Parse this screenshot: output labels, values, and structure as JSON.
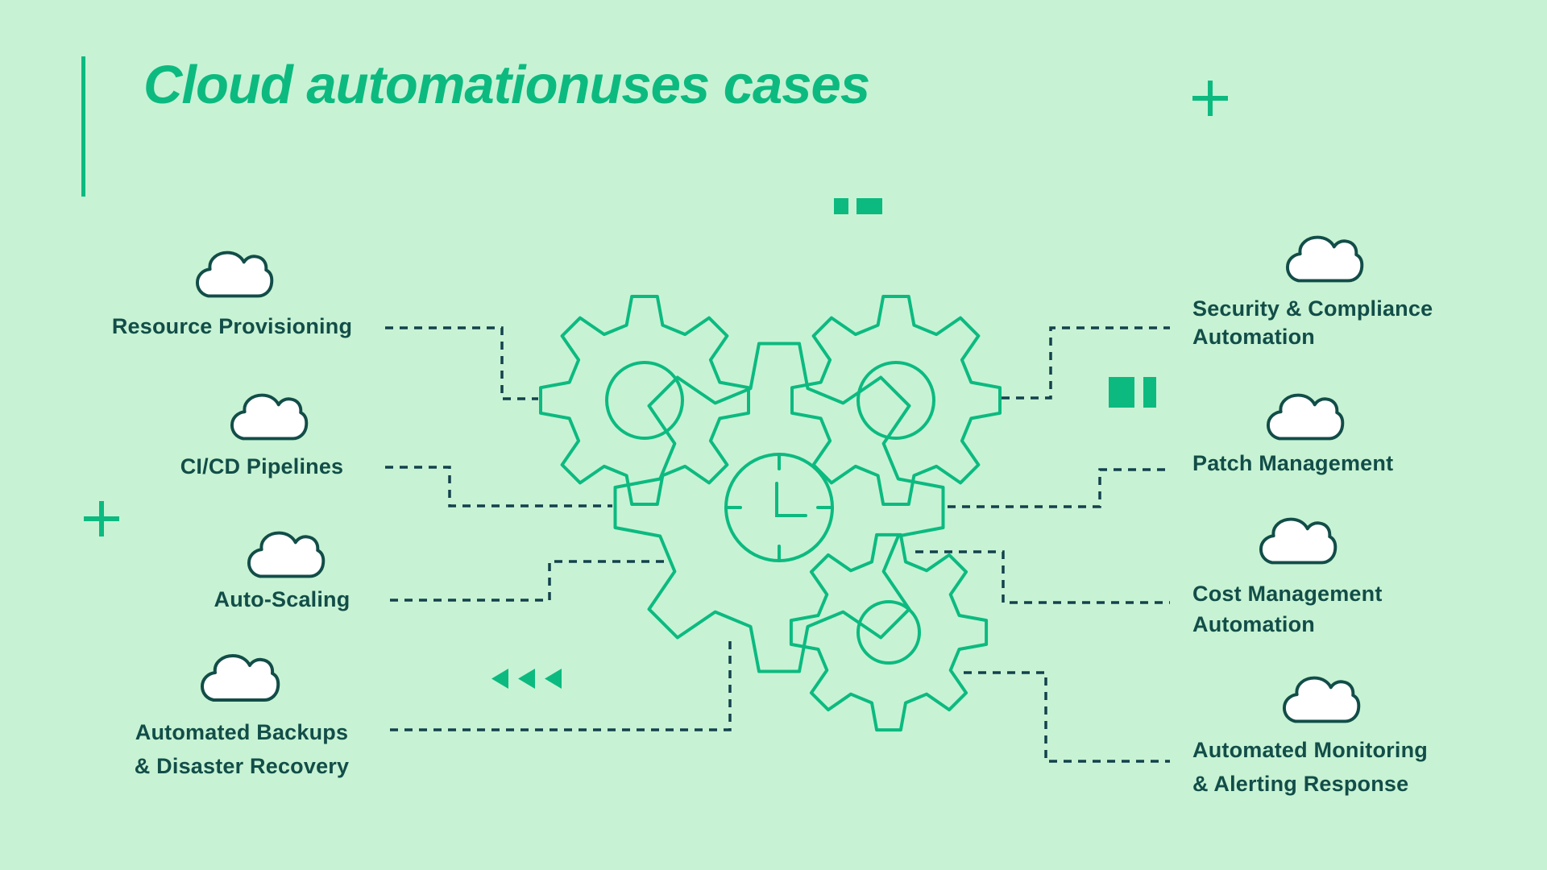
{
  "title": {
    "line1": "Cloud automation",
    "line2": "uses cases"
  },
  "colors": {
    "background": "#c7f3d4",
    "accent_green": "#0cba80",
    "text_dark": "#124d48",
    "dash_line": "#13424d",
    "cloud_fill": "#ffffff"
  },
  "left_items": [
    {
      "lines": [
        "Resource Provisioning",
        ""
      ]
    },
    {
      "lines": [
        "CI/CD Pipelines",
        ""
      ]
    },
    {
      "lines": [
        "Auto-Scaling",
        ""
      ]
    },
    {
      "lines": [
        "Automated Backups",
        "& Disaster Recovery"
      ]
    }
  ],
  "right_items": [
    {
      "lines": [
        "Security & Compliance",
        "Automation"
      ]
    },
    {
      "lines": [
        "Patch Management",
        ""
      ]
    },
    {
      "lines": [
        "Cost Management",
        "Automation"
      ]
    },
    {
      "lines": [
        "Automated Monitoring",
        "& Alerting Response"
      ]
    }
  ],
  "icons": {
    "cloud": "cloud-icon",
    "gears": "gears-illustration",
    "clock": "clock-face-icon",
    "plus": "plus-decoration",
    "triangles": "triangle-decoration",
    "squares": "square-decoration"
  }
}
